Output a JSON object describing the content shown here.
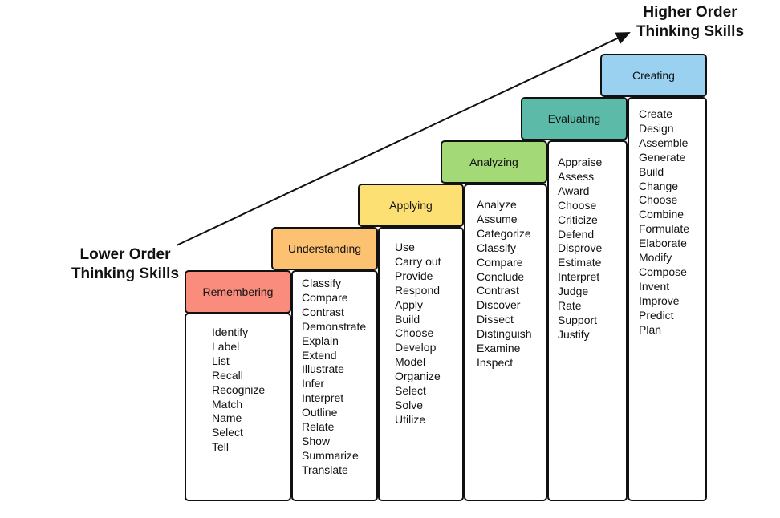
{
  "labels": {
    "lower": "Lower Order Thinking Skills",
    "lower_l1": "Lower Order",
    "lower_l2": "Thinking Skills",
    "higher_l1": "Higher Order",
    "higher_l2": "Thinking Skills"
  },
  "levels": [
    {
      "name": "Remembering",
      "color": "#f98c7d",
      "verbs": [
        "Identify",
        "Label",
        "List",
        "Recall",
        "Recognize",
        "Match",
        "Name",
        "Select",
        "Tell"
      ]
    },
    {
      "name": "Understanding",
      "color": "#fdc271",
      "verbs": [
        "Classify",
        "Compare",
        "Contrast",
        "Demonstrate",
        "Explain",
        "Extend",
        "Illustrate",
        "Infer",
        "Interpret",
        "Outline",
        "Relate",
        "Show",
        "Summarize",
        "Translate"
      ]
    },
    {
      "name": "Applying",
      "color": "#fde073",
      "verbs": [
        "Use",
        "Carry out",
        "Provide",
        "Respond",
        "Apply",
        "Build",
        "Choose",
        "Develop",
        "Model",
        "Organize",
        "Select",
        "Solve",
        "Utilize"
      ]
    },
    {
      "name": "Analyzing",
      "color": "#a3d977",
      "verbs": [
        "Analyze",
        "Assume",
        "Categorize",
        "Classify",
        "Compare",
        "Conclude",
        "Contrast",
        "Discover",
        "Dissect",
        "Distinguish",
        "Examine",
        "Inspect"
      ]
    },
    {
      "name": "Evaluating",
      "color": "#5cbaa8",
      "verbs": [
        "Appraise",
        "Assess",
        "Award",
        "Choose",
        "Criticize",
        "Defend",
        "Disprove",
        "Estimate",
        "Interpret",
        "Judge",
        "Rate",
        "Support",
        "Justify"
      ]
    },
    {
      "name": "Creating",
      "color": "#9ad0f0",
      "verbs": [
        "Create",
        "Design",
        "Assemble",
        "Generate",
        "Build",
        "Change",
        "Choose",
        "Combine",
        "Formulate",
        "Elaborate",
        "Modify",
        "Compose",
        "Invent",
        "Improve",
        "Predict",
        "Plan"
      ]
    }
  ]
}
